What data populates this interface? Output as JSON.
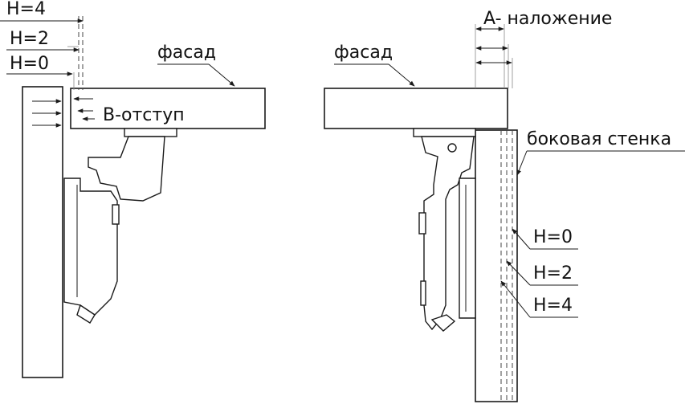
{
  "left_view": {
    "labels": {
      "h4": "H=4",
      "h2": "H=2",
      "h0": "H=0",
      "facade": "фасад",
      "offset": "B-отступ"
    }
  },
  "right_view": {
    "labels": {
      "overlay": "A- наложение",
      "facade": "фасад",
      "side_wall": "боковая стенка",
      "h0": "H=0",
      "h2": "H=2",
      "h4": "H=4"
    }
  }
}
